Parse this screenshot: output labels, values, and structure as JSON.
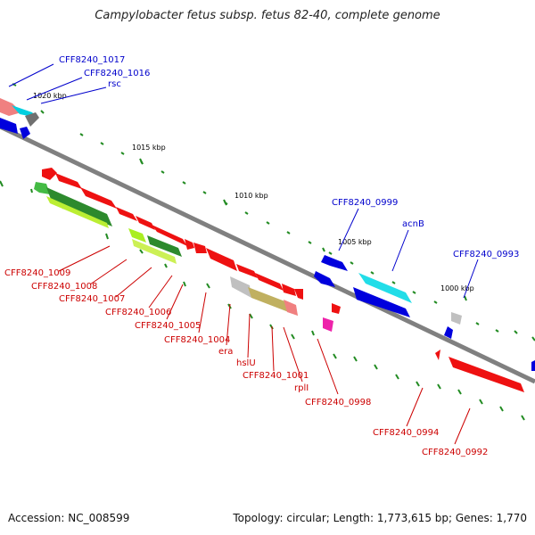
{
  "title": "Campylobacter fetus subsp. fetus 82-40, complete genome",
  "footer": {
    "accession": "Accession: NC_008599",
    "topology": "Topology: circular; Length: 1,773,615 bp; Genes: 1,770"
  },
  "scale_labels": [
    "1020 kbp",
    "1015 kbp",
    "1010 kbp",
    "1005 kbp",
    "1000 kbp"
  ],
  "top_labels": [
    "CFF8240_1017",
    "CFF8240_1016",
    "rsc",
    "CFF8240_0999",
    "acnB",
    "CFF8240_0993"
  ],
  "bottom_labels": [
    "CFF8240_1009",
    "CFF8240_1008",
    "CFF8240_1007",
    "CFF8240_1006",
    "CFF8240_1005",
    "CFF8240_1004",
    "era",
    "hslU",
    "CFF8240_1001",
    "rplI",
    "CFF8240_0998",
    "CFF8240_0994",
    "CFF8240_0992"
  ],
  "colors": {
    "forward_strand": "#0000ee",
    "reverse_strand": "#ee0000",
    "label_top": "#0000cc",
    "label_bottom": "#cc0000"
  }
}
